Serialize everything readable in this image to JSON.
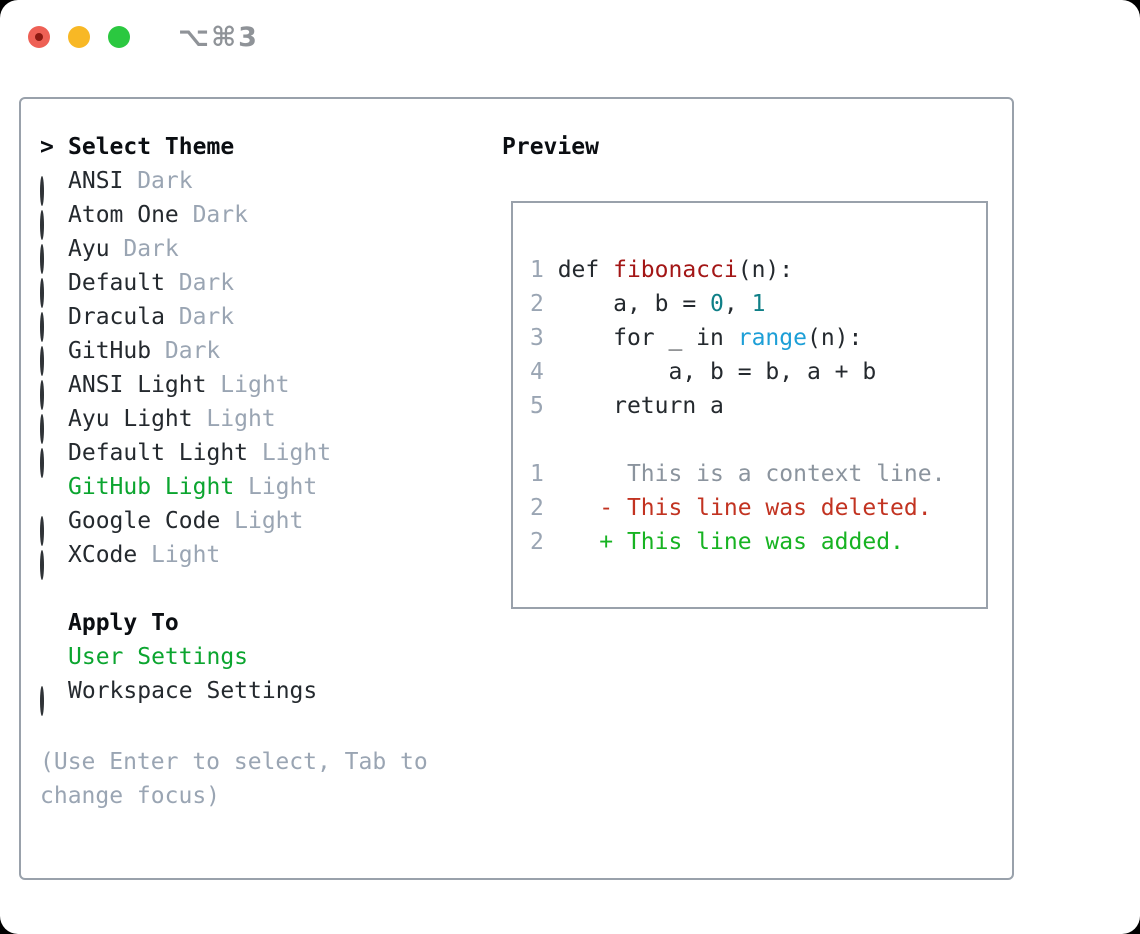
{
  "window": {
    "shortcut_label": "⌥⌘3",
    "traffic_lights": {
      "close_color": "#ee6055",
      "close_dot_color": "#8c1a12",
      "minimize_color": "#f8b825",
      "zoom_color": "#2bc840"
    }
  },
  "colors": {
    "accent_green": "#0ba52f",
    "muted_gray": "#9aa5b3",
    "text_dark": "#24292e",
    "panel_border": "#99a1ab"
  },
  "theme_list": {
    "header_prefix": ">",
    "header": "Select Theme",
    "items": [
      {
        "name": "ANSI",
        "variant": "Dark",
        "selected": false
      },
      {
        "name": "Atom One",
        "variant": "Dark",
        "selected": false
      },
      {
        "name": "Ayu",
        "variant": "Dark",
        "selected": false
      },
      {
        "name": "Default",
        "variant": "Dark",
        "selected": false
      },
      {
        "name": "Dracula",
        "variant": "Dark",
        "selected": false
      },
      {
        "name": "GitHub",
        "variant": "Dark",
        "selected": false
      },
      {
        "name": "ANSI Light",
        "variant": "Light",
        "selected": false
      },
      {
        "name": "Ayu Light",
        "variant": "Light",
        "selected": false
      },
      {
        "name": "Default Light",
        "variant": "Light",
        "selected": false
      },
      {
        "name": "GitHub Light",
        "variant": "Light",
        "selected": true
      },
      {
        "name": "Google Code",
        "variant": "Light",
        "selected": false
      },
      {
        "name": "XCode",
        "variant": "Light",
        "selected": false
      }
    ]
  },
  "apply_to": {
    "header": "Apply To",
    "items": [
      {
        "name": "User Settings",
        "selected": true
      },
      {
        "name": "Workspace Settings",
        "selected": false
      }
    ]
  },
  "hint": "(Use Enter to select, Tab to change focus)",
  "preview": {
    "header": "Preview",
    "syntax": {
      "code": "#24292e",
      "func": "#a31616",
      "num": "#0f7f87",
      "builtin": "#1d9fd7",
      "context": "#8b949e",
      "del": "#c23321",
      "add": "#17b322",
      "gutter": "#9aa5b3"
    },
    "lines": [
      {
        "n": "1",
        "parts": [
          [
            "def ",
            "code"
          ],
          [
            "fibonacci",
            "func"
          ],
          [
            "(n):",
            "code"
          ]
        ]
      },
      {
        "n": "2",
        "parts": [
          [
            "    a, b = ",
            "code"
          ],
          [
            "0",
            "num"
          ],
          [
            ", ",
            "code"
          ],
          [
            "1",
            "num"
          ]
        ]
      },
      {
        "n": "3",
        "parts": [
          [
            "    for _ in ",
            "code"
          ],
          [
            "range",
            "builtin"
          ],
          [
            "(n):",
            "code"
          ]
        ]
      },
      {
        "n": "4",
        "parts": [
          [
            "        a, b = b, a + b",
            "code"
          ]
        ]
      },
      {
        "n": "5",
        "parts": [
          [
            "    return a",
            "code"
          ]
        ]
      },
      {
        "n": "",
        "parts": []
      },
      {
        "n": "1",
        "parts": [
          [
            "     This is a context line.",
            "context"
          ]
        ]
      },
      {
        "n": "2",
        "parts": [
          [
            "   - This line was deleted.",
            "del"
          ]
        ]
      },
      {
        "n": "2",
        "parts": [
          [
            "   + This line was added.",
            "add"
          ]
        ]
      }
    ]
  }
}
